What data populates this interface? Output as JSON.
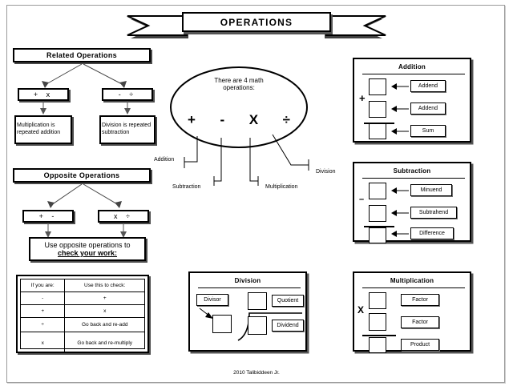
{
  "title": {
    "banner": "OPERATIONS"
  },
  "footer": {
    "credit": "2010 Talibiddeen Jr."
  },
  "related": {
    "heading": "Related Operations",
    "left_ops": "+   x",
    "right_ops": "-   ÷",
    "left_text": "Multiplication is repeated addition",
    "right_text": "Division is repeated subtraction"
  },
  "opposite": {
    "heading": "Opposite Operations",
    "left_ops": "+   -",
    "right_ops": "x   ÷",
    "conclusion_line1": "Use opposite operations to",
    "conclusion_line2": "check your work:"
  },
  "check_table": {
    "headers": [
      "If you are:",
      "Use this to check:"
    ],
    "rows": [
      [
        "-",
        "+"
      ],
      [
        "+",
        "x"
      ],
      [
        "÷",
        "Go back and re-add"
      ],
      [
        "x",
        "Go back and re-multiply"
      ]
    ]
  },
  "center": {
    "line1": "There are 4 math",
    "line2": "operations:",
    "symbols": [
      "+",
      "-",
      "X",
      "÷"
    ],
    "labels": [
      "Addition",
      "Subtraction",
      "Multiplication",
      "Division"
    ]
  },
  "addition": {
    "title": "Addition",
    "sign": "+",
    "labels": [
      "Addend",
      "Addend",
      "Sum"
    ]
  },
  "subtraction": {
    "title": "Subtraction",
    "sign": "–",
    "labels": [
      "Minuend",
      "Subtrahend",
      "Difference"
    ]
  },
  "multiplication": {
    "title": "Multiplication",
    "sign": "X",
    "labels": [
      "Factor",
      "Factor",
      "Product"
    ]
  },
  "division": {
    "title": "Division",
    "labels": [
      "Divisor",
      "Quotient",
      "Dividend"
    ]
  },
  "colors": {
    "ink": "#000000",
    "shadow": "#555555",
    "frame": "#9a9a9a",
    "background": "#ffffff"
  }
}
